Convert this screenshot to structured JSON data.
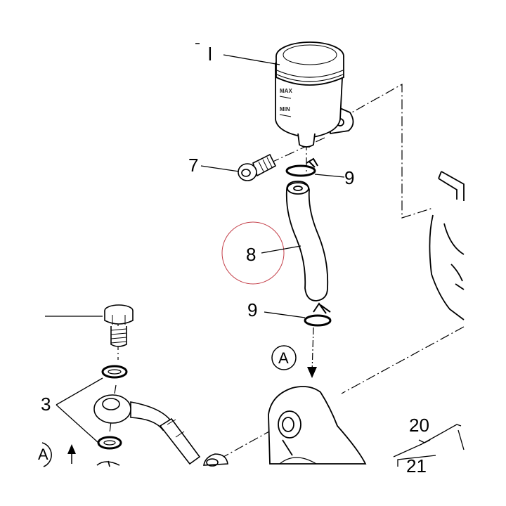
{
  "diagram": {
    "callouts": {
      "top_partial": "l",
      "bolt": "7",
      "clamp_upper": "9",
      "hose": "8",
      "clamp_lower": "9",
      "banjo_washers": "3",
      "view_a": "A",
      "view_a_left": "A",
      "bracket": "20",
      "bracket_partial": "21"
    },
    "reservoir_marks": {
      "max": "MAX",
      "min": "MIN"
    },
    "highlight_color": "#c4404a",
    "line_color": "#000000"
  }
}
